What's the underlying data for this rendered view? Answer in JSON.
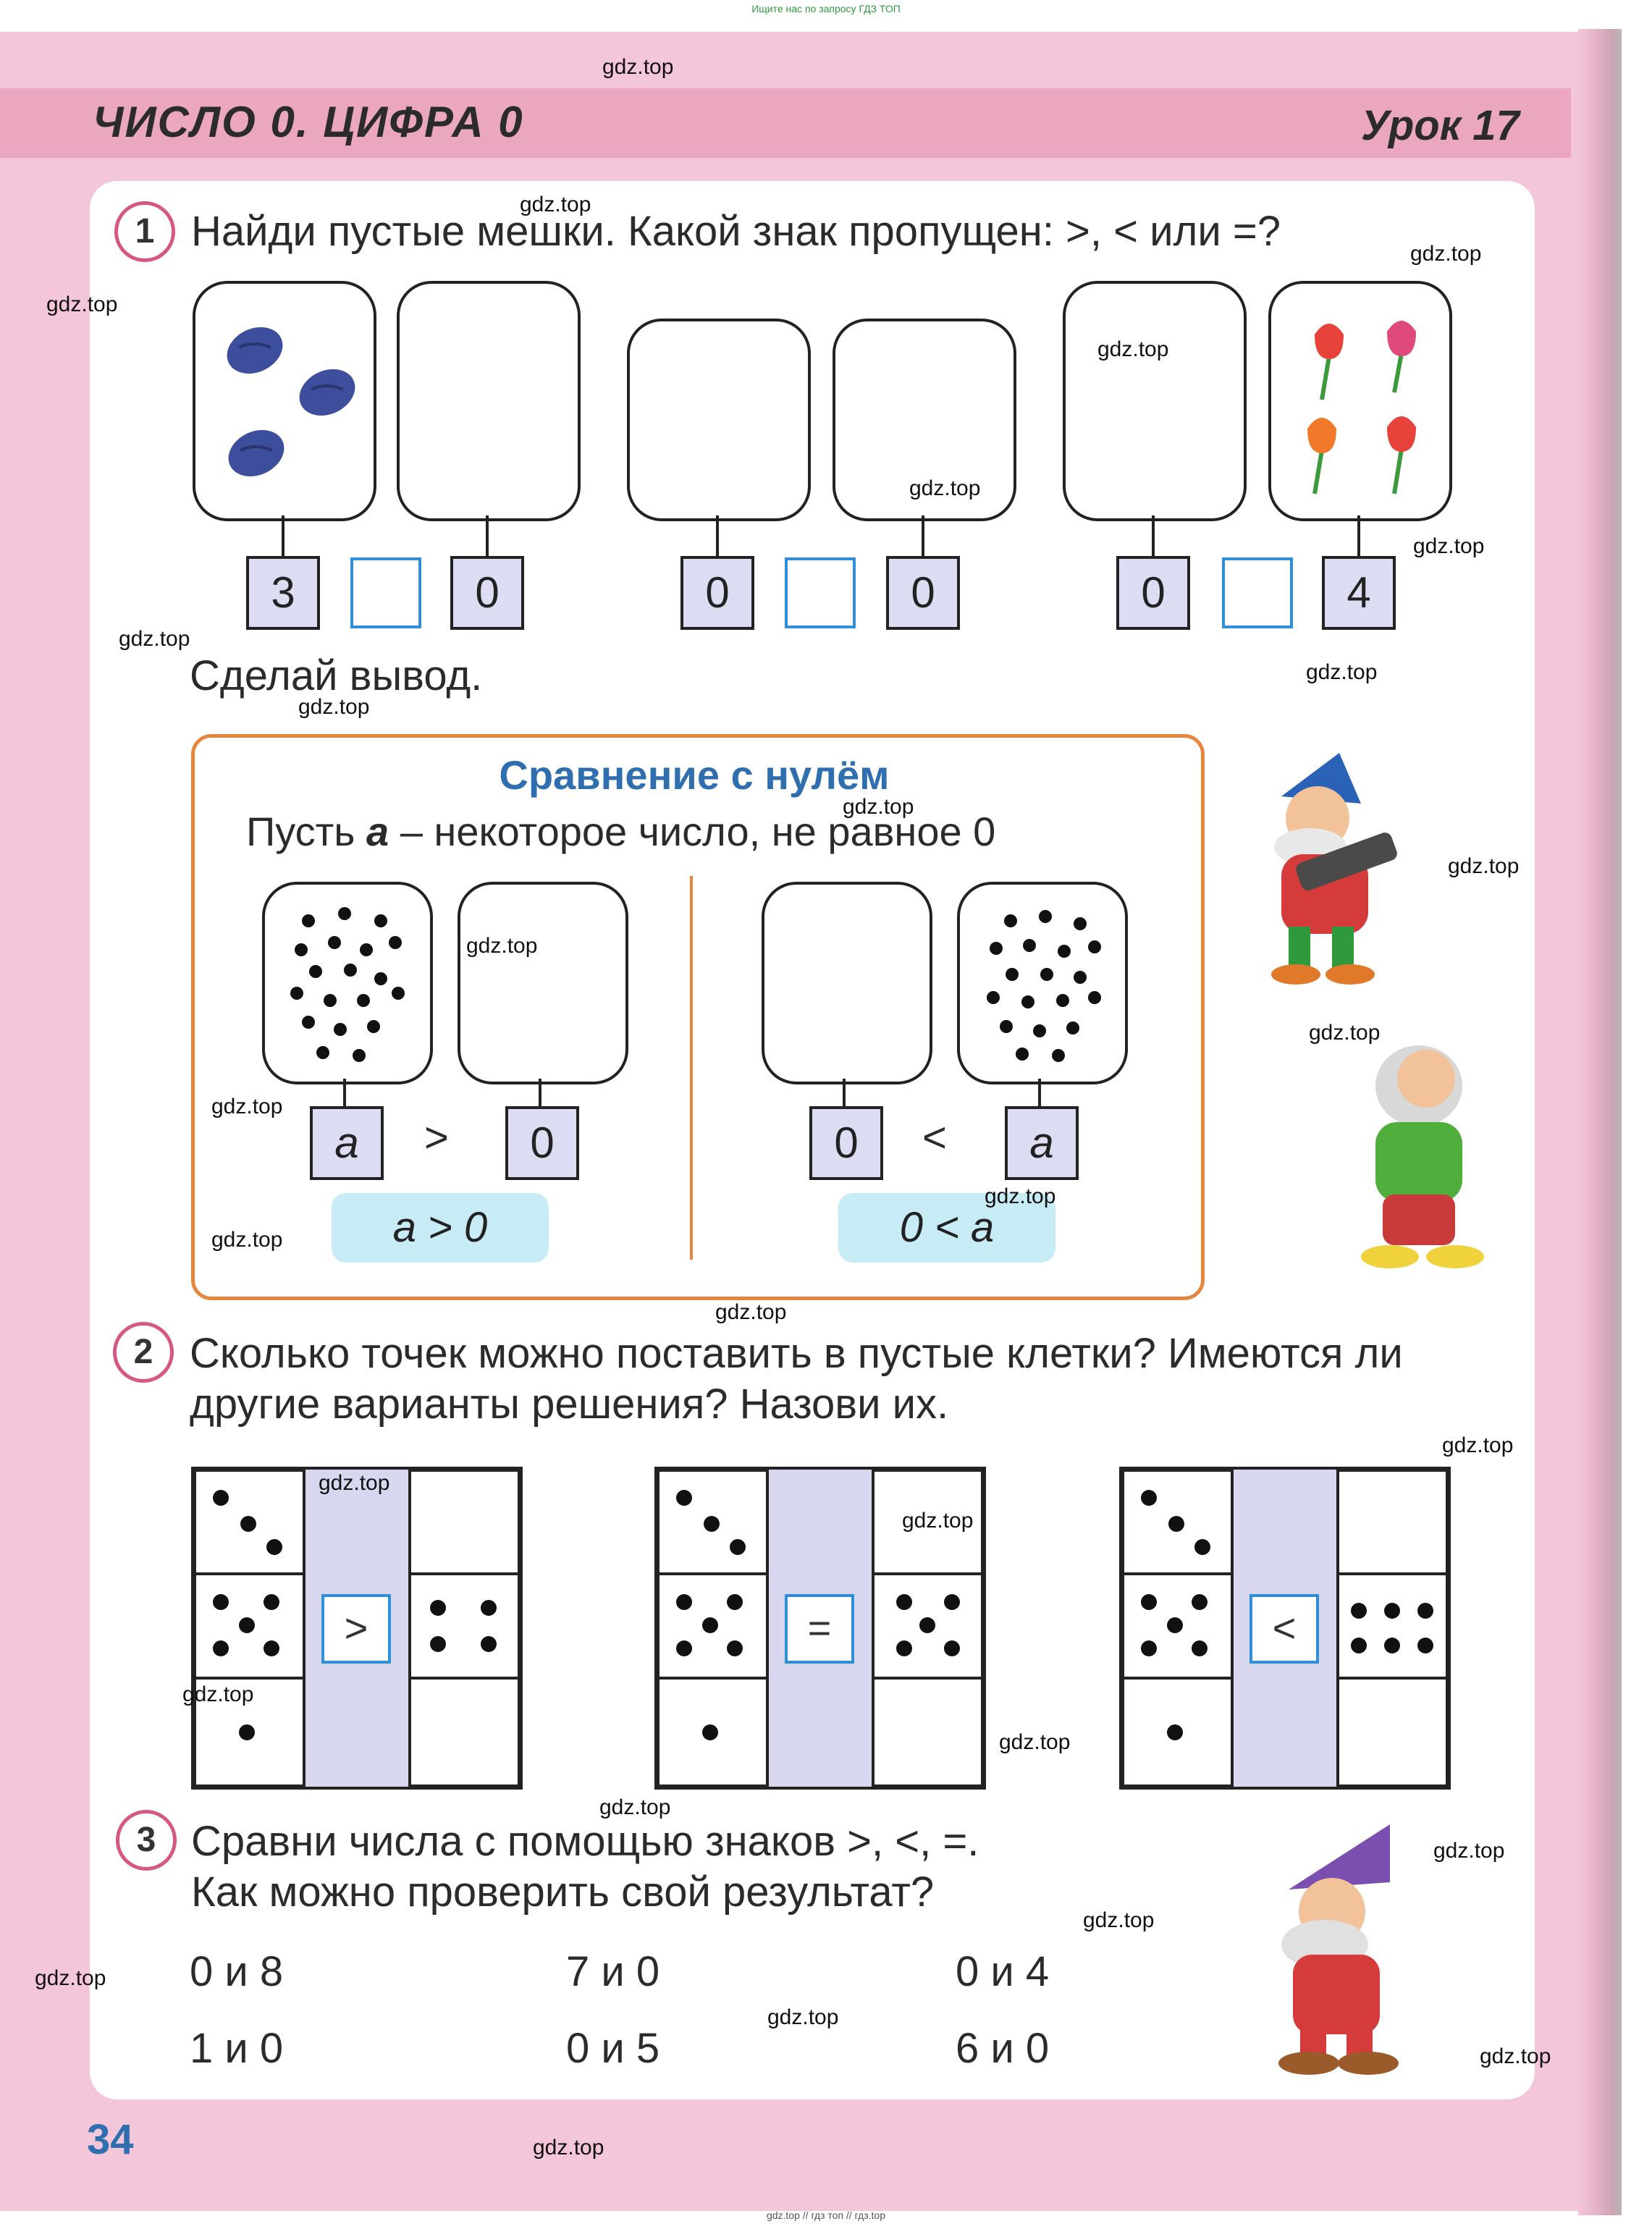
{
  "top_note": "Ищите нас по запросу ГДЗ ТОП",
  "bottom_note": "gdz.top // гдз топ // гдз.top",
  "watermark": "gdz.top",
  "header": {
    "title": "ЧИСЛО 0. ЦИФРА 0",
    "lesson": "Урок 17"
  },
  "task1": {
    "number": "1",
    "text": "Найди пустые мешки. Какой знак пропущен: >, < или =?",
    "pairs": [
      {
        "left": "3",
        "right": "0"
      },
      {
        "left": "0",
        "right": "0"
      },
      {
        "left": "0",
        "right": "4"
      }
    ],
    "conclusion": "Сделай вывод."
  },
  "rule": {
    "title": "Сравнение с нулём",
    "sub_start": "Пусть ",
    "sub_var": "a",
    "sub_end": " – некоторое число, не равное 0",
    "left_var": "a",
    "left_sign": ">",
    "left_zero": "0",
    "right_zero": "0",
    "right_sign": "<",
    "right_var": "a",
    "formula_left": "a > 0",
    "formula_right": "0 < a"
  },
  "task2": {
    "number": "2",
    "line1": "Сколько точек можно поставить в пустые клетки? Имеются ли",
    "line2": "другие варианты решения? Назови их.",
    "signs": [
      ">",
      "=",
      "<"
    ]
  },
  "task3": {
    "number": "3",
    "line1": "Сравни числа с помощью знаков >, <, =.",
    "line2": "Как можно проверить свой результат?",
    "pairs": [
      "0 и 8",
      "7 и 0",
      "0 и 4",
      "1 и 0",
      "0 и 5",
      "6 и 0"
    ]
  },
  "page_number": "34",
  "colors": {
    "accent_blue": "#2f6fb0",
    "task_circle": "#d6577f",
    "rule_border": "#e6853e",
    "page_pink": "#f4c6d9"
  }
}
